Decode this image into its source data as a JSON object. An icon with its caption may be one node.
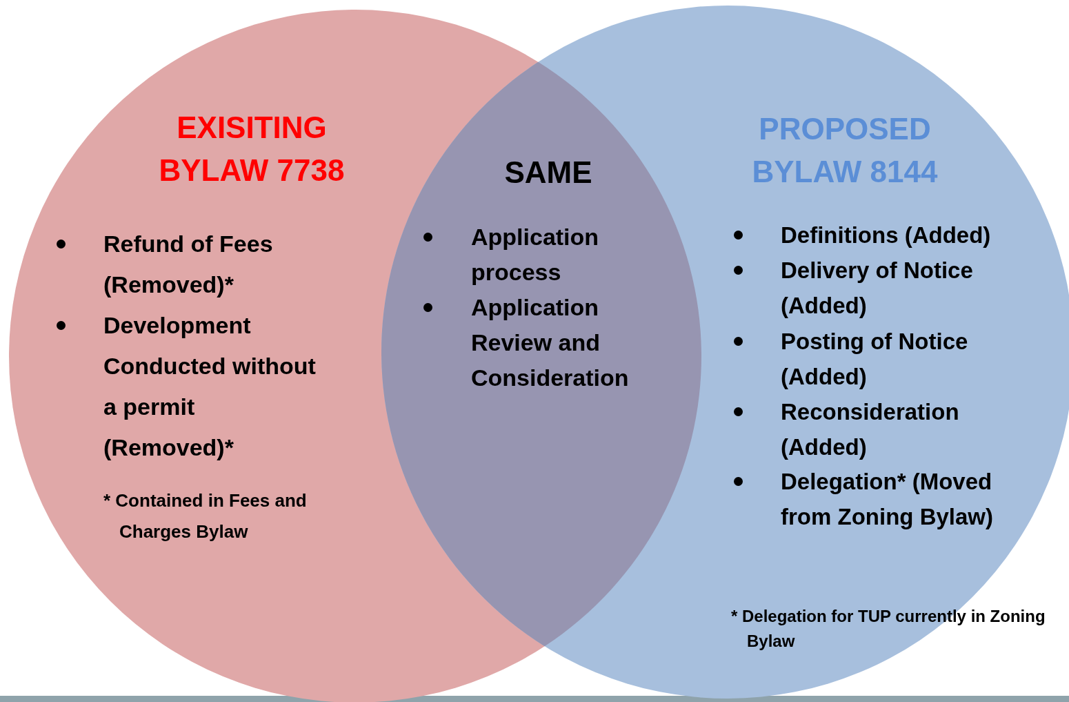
{
  "diagram": {
    "nodes": [
      {
        "text": [
          "EXISITING BYLAW 7738",
          "Refund of Fees (Removed)*",
          "Development Conducted without a permit (Removed)*",
          "* Contained in Fees and Charges Bylaw"
        ]
      },
      {
        "text": [
          "PROPOSED BYLAW 8144",
          "Definitions (Added)",
          "Delivery of Notice (Added)",
          "Posting of Notice (Added)",
          "Reconsideration (Added)",
          "Delegation* (Moved from Zoning Bylaw)",
          "* Delegation for TUP currently in Zoning Bylaw"
        ]
      },
      {
        "text": [
          "SAME",
          "Application process",
          "Application Review and Consideration"
        ]
      }
    ]
  }
}
